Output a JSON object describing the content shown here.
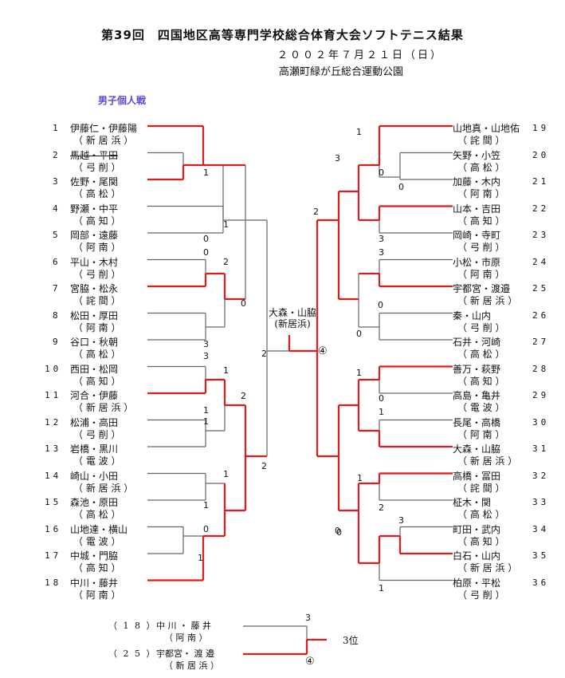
{
  "header": {
    "title": "第39回　四国地区高等専門学校総合体育大会ソフトテニス結果",
    "date": "２００２年７月２１日（日）",
    "venue": "高瀬町緑が丘総合運動公園"
  },
  "section_title": "男子個人戦",
  "left_entries": [
    {
      "no": "1",
      "names": "伊藤仁・伊藤陽",
      "school": "（ 新 居 浜 ）"
    },
    {
      "no": "2",
      "names": "馬越・平田",
      "school": "（ 弓 削 ）"
    },
    {
      "no": "3",
      "names": "佐野・尾関",
      "school": "（ 高 松 ）"
    },
    {
      "no": "4",
      "names": "野瀬・中平",
      "school": "（ 高 知 ）"
    },
    {
      "no": "5",
      "names": "岡部・遠藤",
      "school": "（ 阿 南 ）"
    },
    {
      "no": "6",
      "names": "平山・木村",
      "school": "（ 弓 削 ）"
    },
    {
      "no": "7",
      "names": "宮脇・松永",
      "school": "（ 詫 間 ）"
    },
    {
      "no": "8",
      "names": "松田・厚田",
      "school": "（ 阿 南 ）"
    },
    {
      "no": "9",
      "names": "谷口・秋朝",
      "school": "（ 高 松 ）"
    },
    {
      "no": "10",
      "names": "西田・松岡",
      "school": "（ 高 知 ）"
    },
    {
      "no": "11",
      "names": "河合・伊藤",
      "school": "（ 新 居 浜 ）"
    },
    {
      "no": "12",
      "names": "松浦・高田",
      "school": "（ 弓 削 ）"
    },
    {
      "no": "13",
      "names": "岩橋・黒川",
      "school": "（ 電 波 ）"
    },
    {
      "no": "14",
      "names": "崎山・小田",
      "school": "（ 新 居 浜 ）"
    },
    {
      "no": "15",
      "names": "森池・原田",
      "school": "（ 高 松 ）"
    },
    {
      "no": "16",
      "names": "山地達・横山",
      "school": "（ 電 波 ）"
    },
    {
      "no": "17",
      "names": "中城・門脇",
      "school": "（ 高 知 ）"
    },
    {
      "no": "18",
      "names": "中川・藤井",
      "school": "（ 阿 南 ）"
    }
  ],
  "right_entries": [
    {
      "no": "19",
      "names": "山地真・山地佑",
      "school": "（ 詫 間 ）"
    },
    {
      "no": "20",
      "names": "矢野・小笠",
      "school": "（ 高 松 ）"
    },
    {
      "no": "21",
      "names": "加藤・木内",
      "school": "（ 阿 南 ）"
    },
    {
      "no": "22",
      "names": "山本・吉田",
      "school": "（ 高 知 ）"
    },
    {
      "no": "23",
      "names": "岡崎・寺町",
      "school": "（ 弓 削 ）"
    },
    {
      "no": "24",
      "names": "小松・市原",
      "school": "（ 阿 南 ）"
    },
    {
      "no": "25",
      "names": "宇都宮・渡邉",
      "school": "（ 新 居 浜 ）"
    },
    {
      "no": "26",
      "names": "秦・山内",
      "school": "（ 弓 削 ）"
    },
    {
      "no": "27",
      "names": "石井・河崎",
      "school": "（ 高 松 ）"
    },
    {
      "no": "28",
      "names": "善万・萩野",
      "school": "（ 高 知 ）"
    },
    {
      "no": "29",
      "names": "高島・亀井",
      "school": "（ 電 波 ）"
    },
    {
      "no": "30",
      "names": "長尾・高橋",
      "school": "（ 阿 南 ）"
    },
    {
      "no": "31",
      "names": "大森・山脇",
      "school": "（ 新 居 浜 ）"
    },
    {
      "no": "32",
      "names": "高橋・冨田",
      "school": "（ 詫 間 ）"
    },
    {
      "no": "33",
      "names": "柾木・関",
      "school": "（ 高 松 ）"
    },
    {
      "no": "34",
      "names": "町田・武内",
      "school": "（ 高 知 ）"
    },
    {
      "no": "35",
      "names": "白石・山内",
      "school": "（ 新 居 浜 ）"
    },
    {
      "no": "36",
      "names": "柏原・平松",
      "school": "（ 弓 削 ）"
    }
  ],
  "champion": {
    "names": "大森・山脇",
    "school": "(新居浜)",
    "score": "④"
  },
  "third_place": {
    "label": "3位",
    "top": {
      "seed": "（ 1 8 ）",
      "names": "中 川 ・ 藤 井",
      "school": "（ 阿 南 ）",
      "score": "3"
    },
    "bottom": {
      "seed": "（ 2 5 ）",
      "names": "宇都宮・ 渡 邉",
      "school": "（ 新 居 浜 ）",
      "score": "④"
    }
  },
  "scores": [
    "1",
    "1",
    "0",
    "0",
    "2",
    "0",
    "3",
    "3",
    "1",
    "2",
    "1",
    "1",
    "2",
    "1",
    "1",
    "0",
    "1",
    "2",
    "1",
    "3",
    "0",
    "0",
    "2",
    "3",
    "3",
    "0",
    "0",
    "1",
    "0",
    "1",
    "1",
    "2",
    "3",
    "0",
    "1",
    "0"
  ]
}
